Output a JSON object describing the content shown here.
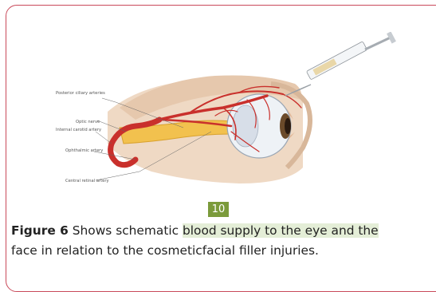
{
  "figure": {
    "labels": {
      "posterior_ciliary": "Posterior ciliary arteries",
      "optic_nerve": "Optic nerve",
      "internal_carotid": "Internal carotid artery",
      "ophthalmic": "Ophthalmic artery",
      "central_retinal": "Central retinal artery"
    }
  },
  "badge": "10",
  "caption": {
    "label": "Figure 6",
    "text_before": " Shows schematic ",
    "highlighted": "blood supply to the eye and the",
    "line2": "face in relation to the cosmeticfacial filler injuries."
  },
  "colors": {
    "card_border": "#c94a5a",
    "badge": "#7b9b3b",
    "highlight": "#e4eed7",
    "artery": "#c9302c"
  }
}
